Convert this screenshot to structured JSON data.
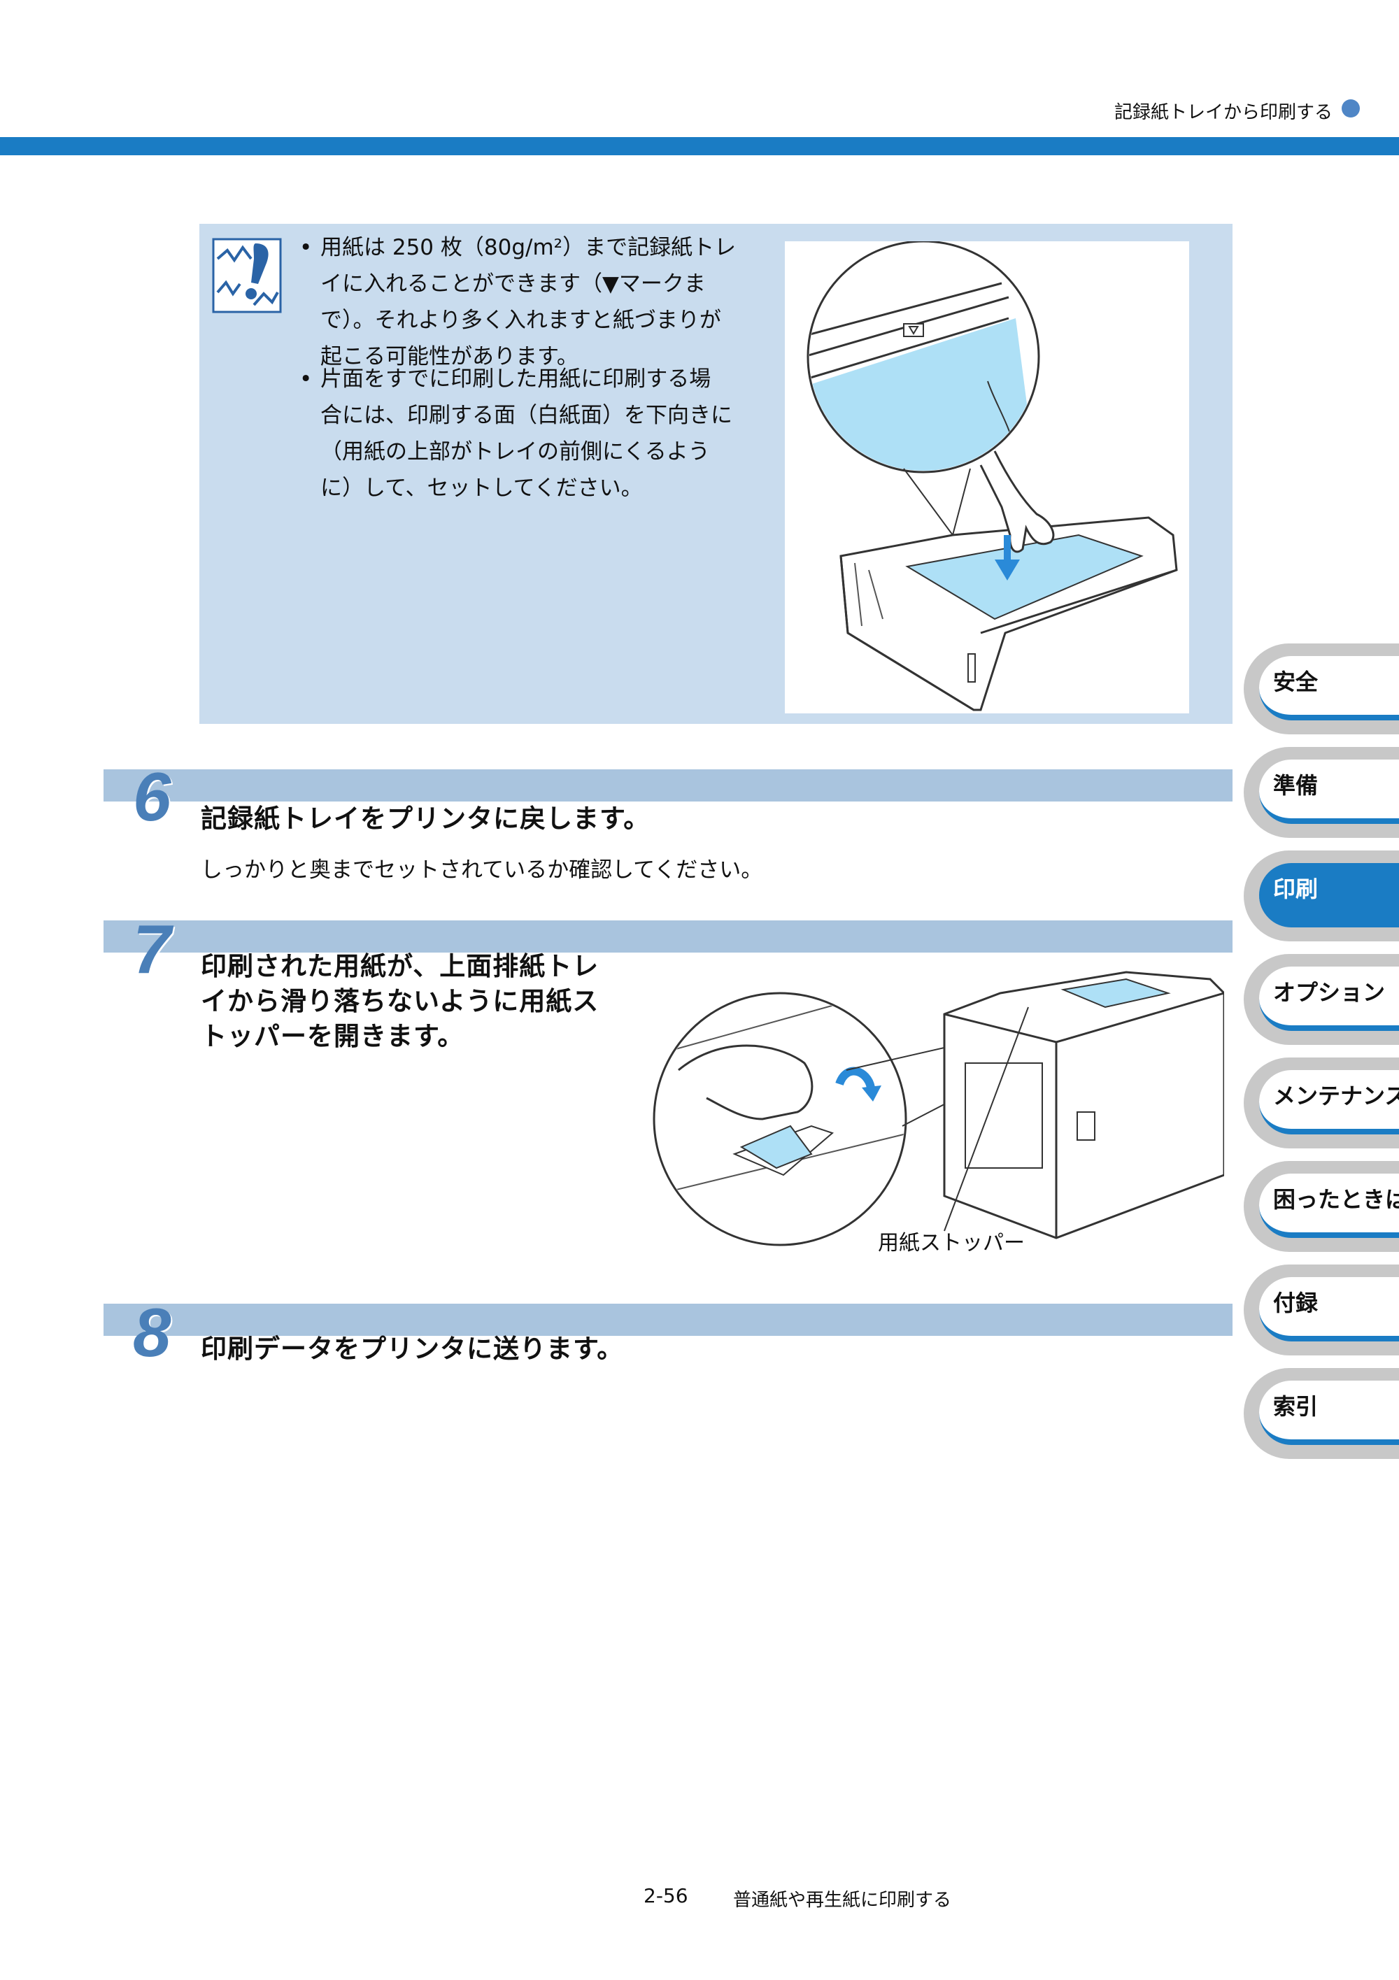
{
  "header": {
    "title": "記録紙トレイから印刷する",
    "accent_color": "#1a7cc4",
    "dot_color": "#4f86c6"
  },
  "note": {
    "icon": "caution-note-icon",
    "items": [
      {
        "lines": [
          "用紙は 250 枚（80g/m²）まで記録紙トレ",
          "イに入れることができます（▼マークま",
          "で）。それより多く入れますと紙づまりが",
          "起こる可能性があります。"
        ]
      },
      {
        "lines": [
          "片面をすでに印刷した用紙に印刷する場",
          "合には、印刷する面（白紙面）を下向きに",
          "（用紙の上部がトレイの前側にくるよう",
          "に）して、セットしてください。"
        ]
      }
    ],
    "bullet": "•"
  },
  "steps": [
    {
      "number": "6",
      "title": "記録紙トレイをプリンタに戻します。",
      "description": "しっかりと奥までセットされているか確認してください。"
    },
    {
      "number": "7",
      "title_lines": [
        "印刷された用紙が、上面排紙トレ",
        "イから滑り落ちないように用紙ス",
        "トッパーを開きます。"
      ],
      "figure_label": "用紙ストッパー"
    },
    {
      "number": "8",
      "title": "印刷データをプリンタに送ります。"
    }
  ],
  "side_tabs": [
    {
      "label": "安全",
      "active": false
    },
    {
      "label": "準備",
      "active": false
    },
    {
      "label": "印刷",
      "active": true
    },
    {
      "label": "オプション",
      "active": false
    },
    {
      "label": "メンテナンス",
      "active": false
    },
    {
      "label": "困ったときは",
      "active": false
    },
    {
      "label": "付録",
      "active": false
    },
    {
      "label": "索引",
      "active": false
    }
  ],
  "footer": {
    "page": "2-56",
    "section": "普通紙や再生紙に印刷する"
  }
}
